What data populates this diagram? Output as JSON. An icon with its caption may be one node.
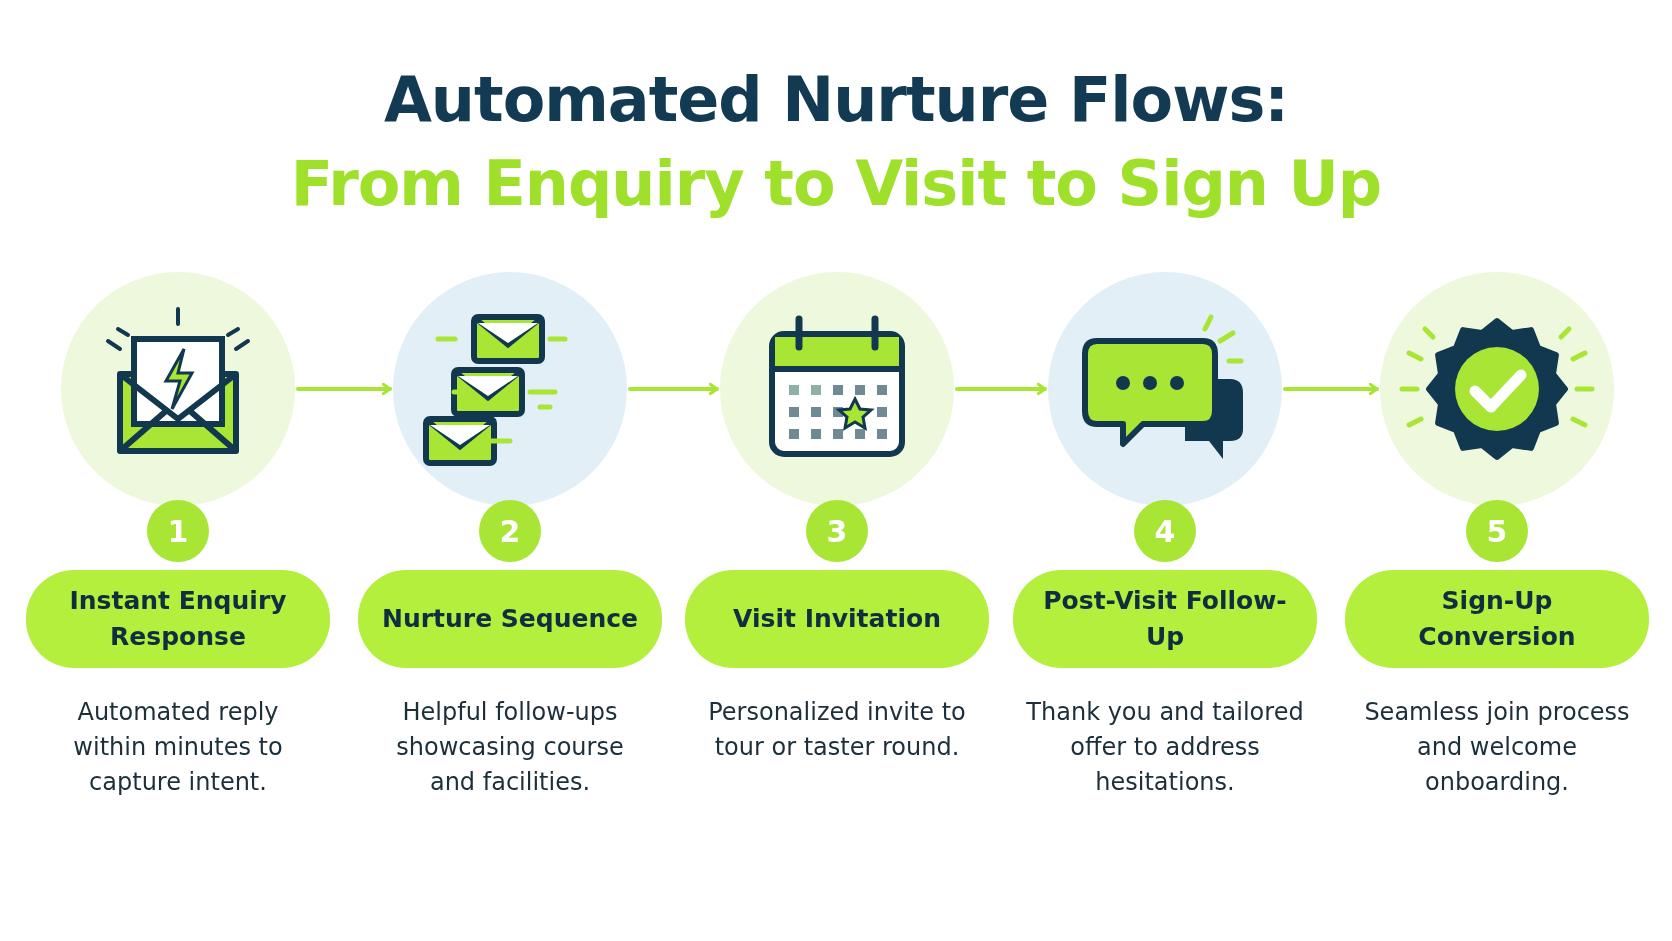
{
  "diagram": {
    "title": "Automated Nurture Flows: From Enquiry to Visit to Sign Up",
    "nodes": [
      {
        "text": [],
        "shape": "circle"
      },
      {
        "text": [
          "1"
        ]
      },
      {
        "text": [
          "Instant Enquiry Response"
        ],
        "beside": [
          "Automated reply within minutes to capture intent."
        ]
      },
      {
        "text": [],
        "shape": "circle"
      },
      {
        "text": [
          "2"
        ]
      },
      {
        "text": [
          "Nurture Sequence"
        ],
        "beside": [
          "Helpful follow-ups showcasing course and facilities."
        ]
      },
      {
        "text": [],
        "shape": "circle"
      },
      {
        "text": [
          "3"
        ]
      },
      {
        "text": [
          "Visit Invitation"
        ],
        "beside": [
          "Personalized invite to tour or taster round."
        ]
      },
      {
        "text": [],
        "shape": "circle"
      },
      {
        "text": [
          "4"
        ]
      },
      {
        "text": [
          "Post-Visit Follow-Up"
        ],
        "beside": [
          "Thank you and tailored offer to address hesitations."
        ]
      },
      {
        "text": [],
        "shape": "circle"
      },
      {
        "text": [
          "5"
        ]
      },
      {
        "text": [
          "Sign-Up Conversion"
        ],
        "beside": [
          "Seamless join process and welcome onboarding."
        ]
      }
    ],
    "edges": [
      {
        "from": 0,
        "to": 3,
        "arrow": "to"
      },
      {
        "from": 3,
        "to": 6,
        "arrow": "to"
      },
      {
        "from": 6,
        "to": 9,
        "arrow": "to"
      },
      {
        "from": 9,
        "to": 12,
        "arrow": "to"
      }
    ]
  }
}
